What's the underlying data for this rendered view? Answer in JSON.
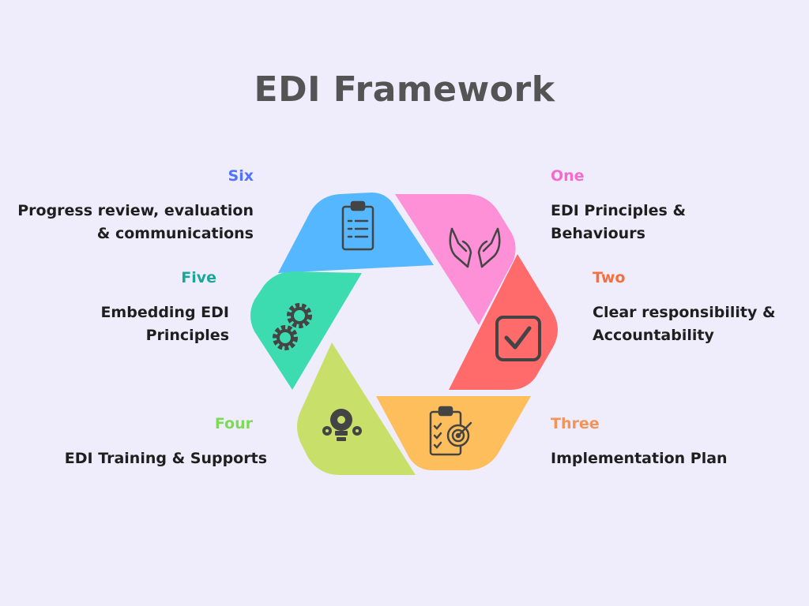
{
  "title": "EDI Framework",
  "colors": {
    "background": "#efedfb",
    "one": "#fd90d6",
    "two": "#ff6b6b",
    "three": "#ffbe5c",
    "four": "#c8e06a",
    "five": "#3ddcb0",
    "six": "#55b7ff",
    "icon": "#444444"
  },
  "steps": [
    {
      "key": "one",
      "number": "One",
      "text": "EDI Principles & Behaviours",
      "number_color": "#f36bd1",
      "icon": "open-hands-icon"
    },
    {
      "key": "two",
      "number": "Two",
      "text": "Clear responsibility & Accountability",
      "number_color": "#f3703f",
      "icon": "checkbox-icon"
    },
    {
      "key": "three",
      "number": "Three",
      "text": "Implementation Plan",
      "number_color": "#f3935a",
      "icon": "clipboard-target-icon"
    },
    {
      "key": "four",
      "number": "Four",
      "text": "EDI Training & Supports",
      "number_color": "#7ed957",
      "icon": "gear-lightbulb-icon"
    },
    {
      "key": "five",
      "number": "Five",
      "text": "Embedding EDI Principles",
      "number_color": "#1aa79a",
      "icon": "gears-icon"
    },
    {
      "key": "six",
      "number": "Six",
      "text": "Progress review, evaluation & communications",
      "number_color": "#5271ff",
      "icon": "clipboard-checklist-icon"
    }
  ]
}
